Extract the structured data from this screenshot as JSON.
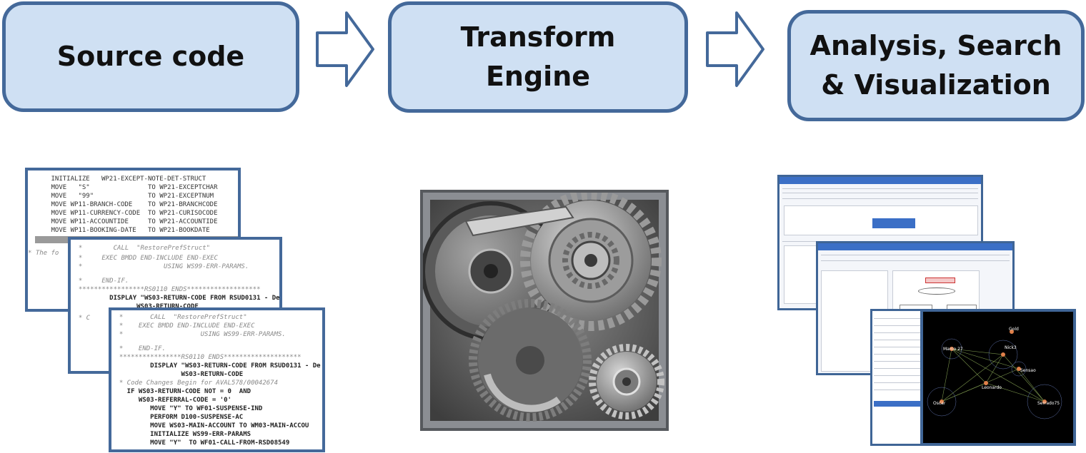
{
  "stages": [
    {
      "label": "Source code"
    },
    {
      "label": "Transform\nEngine"
    },
    {
      "label": "Analysis, Search\n& Visualization"
    }
  ],
  "code_panels": [
    {
      "lines": [
        {
          "text": "      INITIALIZE   WP21-EXCEPT-NOTE-DET-STRUCT",
          "style": "kw"
        },
        {
          "text": "      MOVE   \"S\"               TO WP21-EXCEPTCHAR",
          "style": "kw"
        },
        {
          "text": "      MOVE   \"99\"              TO WP21-EXCEPTNUM",
          "style": "kw"
        },
        {
          "text": "      MOVE WP11-BRANCH-CODE    TO WP21-BRANCHCODE",
          "style": "kw"
        },
        {
          "text": "      MOVE WP11-CURRENCY-CODE  TO WP21-CURISOCODE",
          "style": "kw"
        },
        {
          "text": "      MOVE WP11-ACCOUNTIDE     TO WP21-ACCOUNTIDE",
          "style": "kw"
        },
        {
          "text": "      MOVE WP11-BOOKING-DATE   TO WP21-BOOKDATE",
          "style": "kw"
        },
        {
          "text": "* The fo",
          "style": "comment"
        }
      ]
    },
    {
      "lines": [
        {
          "text": "  *        CALL  \"RestorePrefStruct\"",
          "style": "comment"
        },
        {
          "text": "  *     EXEC BMDD END-INCLUDE END-EXEC",
          "style": "comment"
        },
        {
          "text": "  *                     USING WS99-ERR-PARAMS.",
          "style": "comment"
        },
        {
          "text": "  *     END-IF.",
          "style": "comment"
        },
        {
          "text": "  *****************RS0110 ENDS*******************",
          "style": "comment"
        },
        {
          "text": "          DISPLAY \"WS03-RETURN-CODE FROM RSUD0131 - De",
          "style": "kw"
        },
        {
          "text": "                 WS03-RETURN-CODE",
          "style": "kw"
        },
        {
          "text": "  * C",
          "style": "comment"
        }
      ]
    },
    {
      "lines": [
        {
          "text": "  *       CALL  \"RestorePrefStruct\"",
          "style": "comment"
        },
        {
          "text": "  *    EXEC BMDD END-INCLUDE END-EXEC",
          "style": "comment"
        },
        {
          "text": "  *                    USING WS99-ERR-PARAMS.",
          "style": "comment"
        },
        {
          "text": "  *    END-IF.",
          "style": "comment"
        },
        {
          "text": "  ****************RS0110 ENDS********************",
          "style": "comment"
        },
        {
          "text": "          DISPLAY \"WS03-RETURN-CODE FROM RSUD0131 - De",
          "style": "kw"
        },
        {
          "text": "                  WS03-RETURN-CODE",
          "style": "kw"
        },
        {
          "text": "  * Code Changes Begin for AVAL578/00042674",
          "style": "comment"
        },
        {
          "text": "    IF WS03-RETURN-CODE NOT = 0  AND",
          "style": "kw"
        },
        {
          "text": "       WS03-REFERRAL-CODE = '0'",
          "style": "kw"
        },
        {
          "text": "          MOVE \"Y\" TO WF01-SUSPENSE-IND",
          "style": "kw"
        },
        {
          "text": "          PERFORM D100-SUSPENSE-AC",
          "style": "kw"
        },
        {
          "text": "          MOVE WS03-MAIN-ACCOUNT TO WM03-MAIN-ACCOU",
          "style": "kw"
        },
        {
          "text": "          INITIALIZE WS99-ERR-PARAMS",
          "style": "kw"
        },
        {
          "text": "          MOVE \"Y\"  TO WF01-CALL-FROM-RSD08549",
          "style": "kw"
        }
      ]
    }
  ],
  "network_labels": [
    "Marco 27",
    "Nick3",
    "Gold",
    "Leonardo",
    "Serrado75",
    "Sensao",
    "Oscar"
  ],
  "colors": {
    "box_fill": "#cfe0f3",
    "box_border": "#44699a",
    "arrow_fill": "#ffffff"
  }
}
